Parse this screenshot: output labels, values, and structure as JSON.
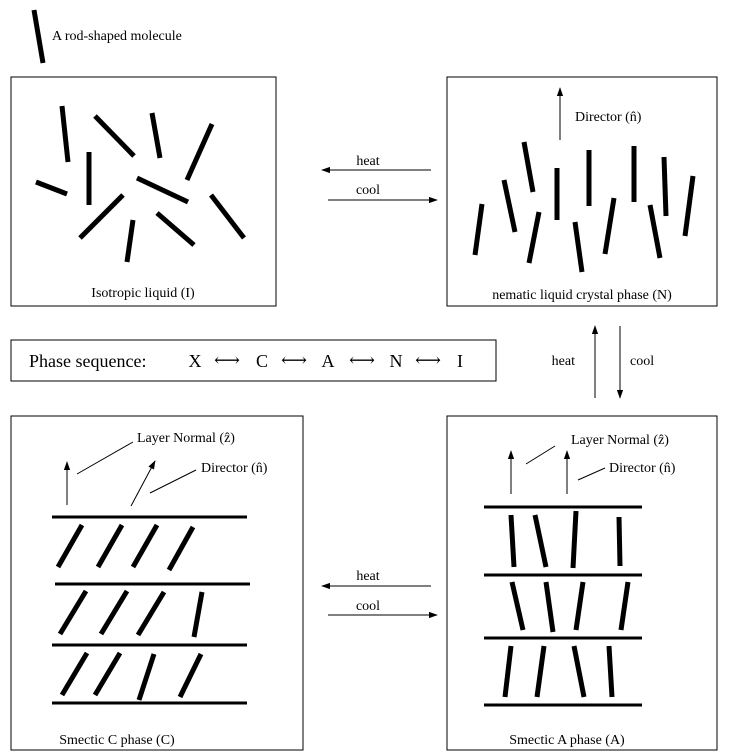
{
  "legend": {
    "label": "A rod-shaped molecule"
  },
  "phases": {
    "isotropic": {
      "label": "Isotropic liquid (I)"
    },
    "nematic": {
      "label": "nematic liquid crystal phase (N)",
      "director_label": "Director (n̂)"
    },
    "smectic_a": {
      "label": "Smectic A phase (A)",
      "layer_normal_label": "Layer Normal (ẑ)",
      "director_label": "Director (n̂)"
    },
    "smectic_c": {
      "label": "Smectic C phase (C)",
      "layer_normal_label": "Layer Normal (ẑ)",
      "director_label": "Director (n̂)"
    }
  },
  "transitions": {
    "top": {
      "heat": "heat",
      "cool": "cool"
    },
    "right": {
      "heat": "heat",
      "cool": "cool"
    },
    "bottom": {
      "heat": "heat",
      "cool": "cool"
    }
  },
  "phase_sequence": {
    "label": "Phase sequence:",
    "phases": [
      "X",
      "C",
      "A",
      "N",
      "I"
    ],
    "arrow": "⟷"
  }
}
